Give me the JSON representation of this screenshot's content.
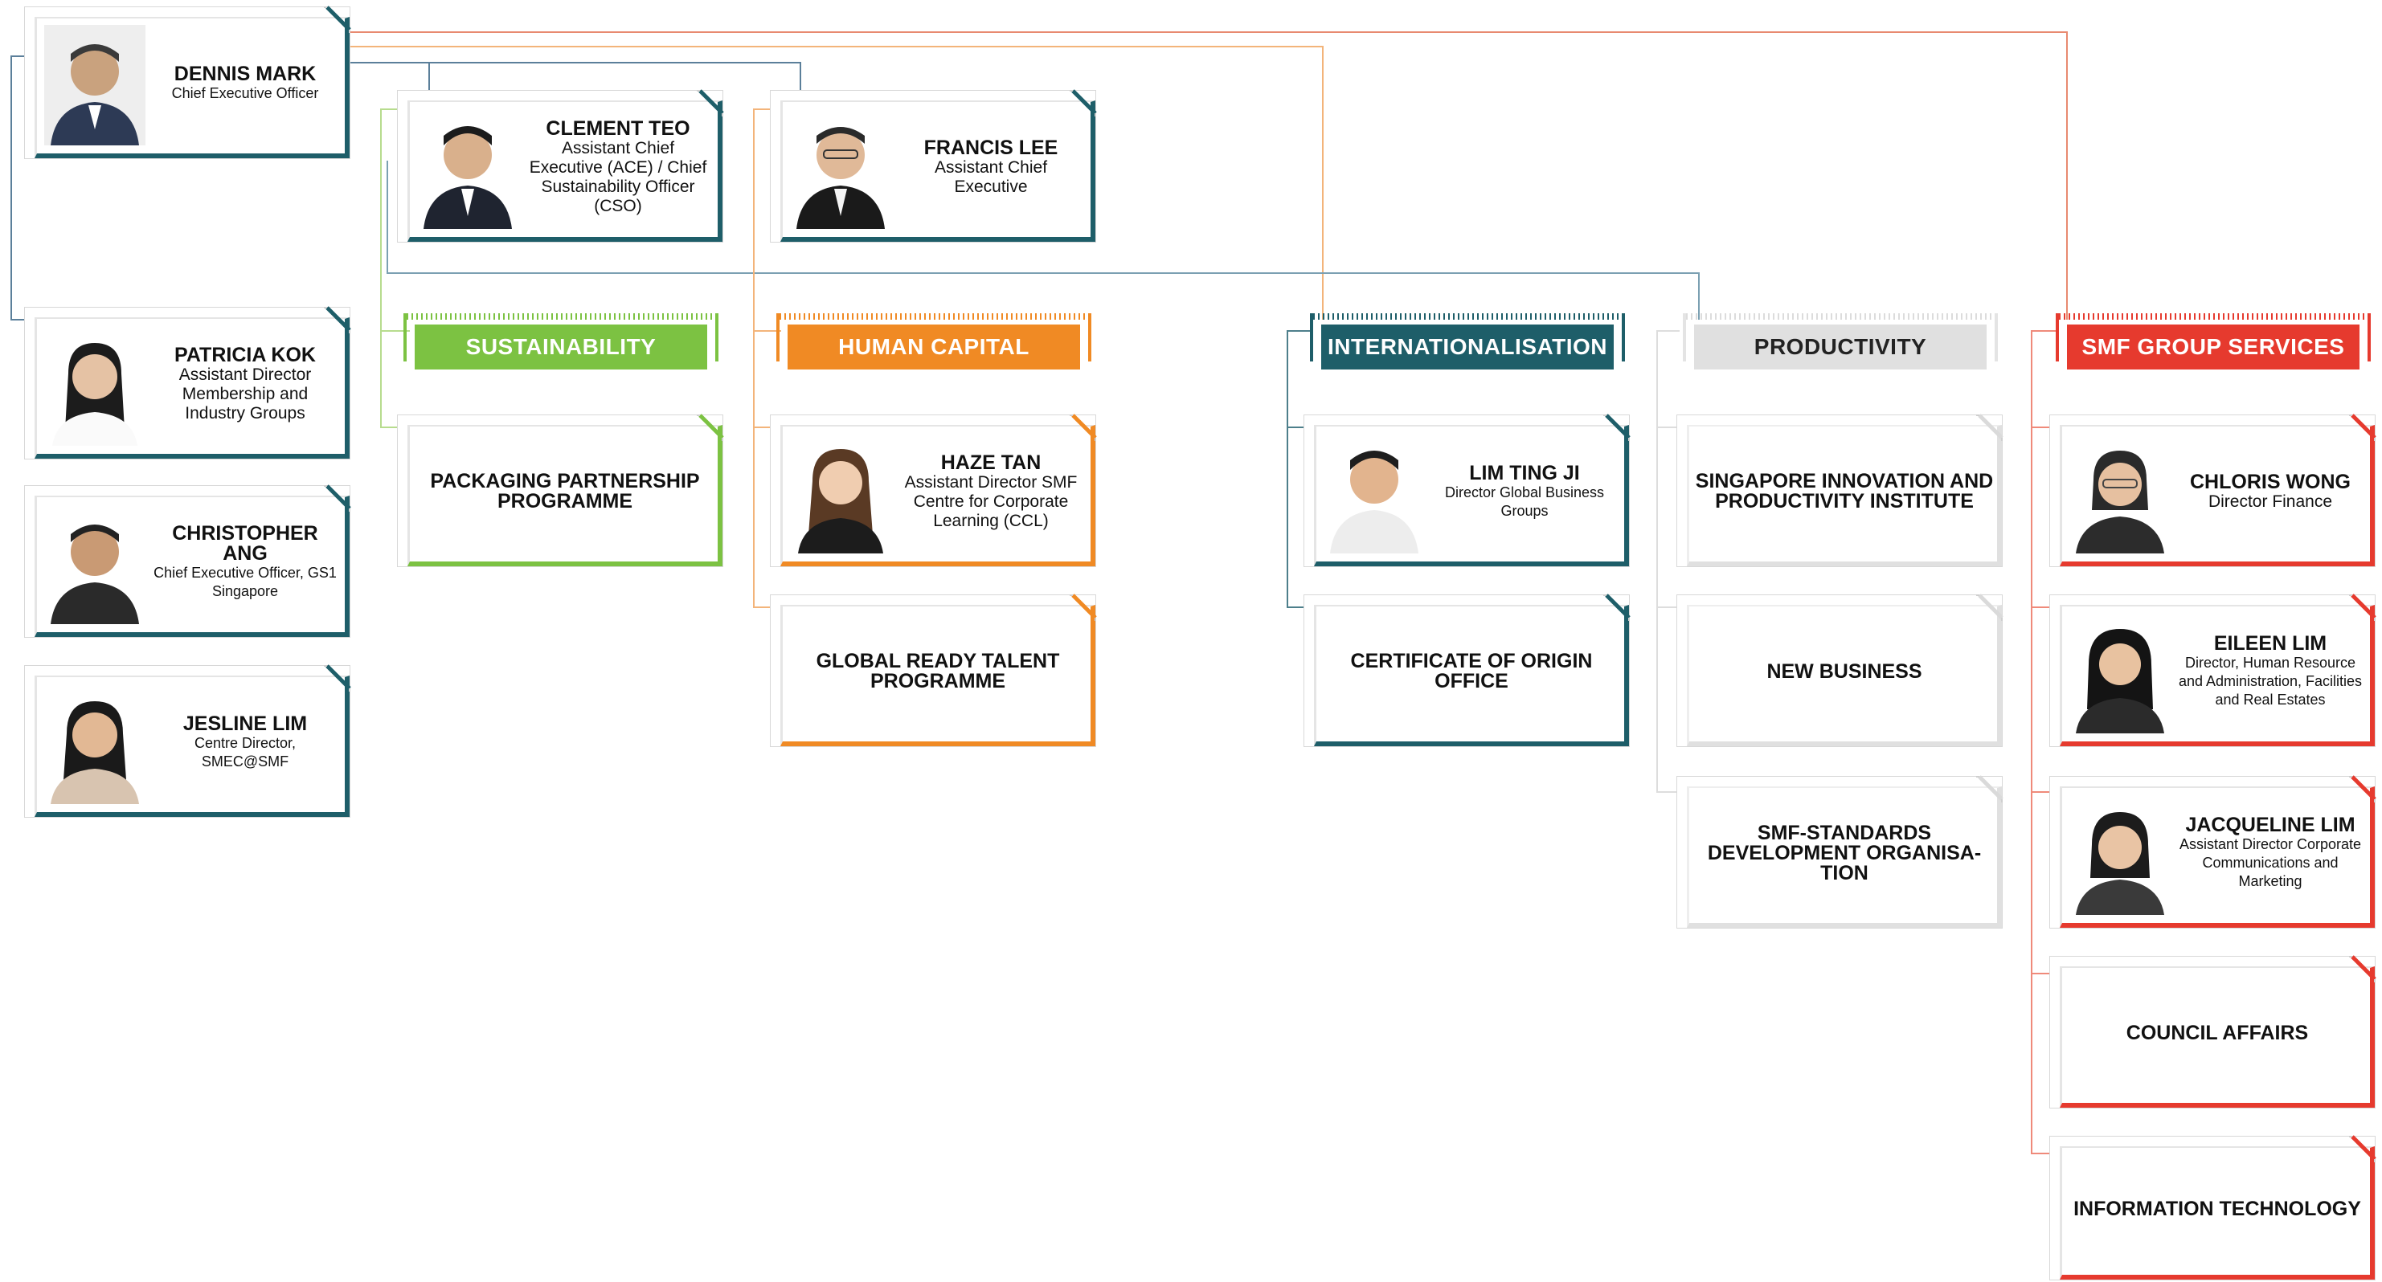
{
  "colors": {
    "teal": "#1e5e69",
    "green": "#7cc242",
    "orange": "#f08a24",
    "grey": "#e0e0e0",
    "red": "#e63a2e"
  },
  "leadership": {
    "ceo": {
      "name": "DENNIS MARK",
      "role": "Chief Executive Officer"
    },
    "ace": {
      "name": "CLEMENT TEO",
      "role": "Assistant Chief Executive (ACE) / Chief Sustainability Officer (CSO)"
    },
    "ace2": {
      "name": "FRANCIS LEE",
      "role": "Assistant Chief Executive"
    }
  },
  "left_column": [
    {
      "name": "PATRICIA KOK",
      "role": "Assistant Director Membership and Industry Groups"
    },
    {
      "name": "CHRISTOPHER ANG",
      "role": "Chief Executive Officer, GS1 Singapore"
    },
    {
      "name": "JESLINE LIM",
      "role": "Centre Director, SMEC@SMF"
    }
  ],
  "departments": {
    "sustainability": {
      "title": "SUSTAINABILITY",
      "units": [
        "PACKAGING PARTNERSHIP PROGRAMME"
      ]
    },
    "human_capital": {
      "title": "HUMAN CAPITAL",
      "person": {
        "name": "HAZE TAN",
        "role": "Assistant Director SMF Centre for Corporate Learning (CCL)"
      },
      "units": [
        "GLOBAL READY TALENT PROGRAMME"
      ]
    },
    "internationalisation": {
      "title": "INTERNATIONALISATION",
      "person": {
        "name": "LIM TING JI",
        "role": "Director Global Business Groups"
      },
      "units": [
        "CERTIFICATE OF ORIGIN OFFICE"
      ]
    },
    "productivity": {
      "title": "PRODUCTIVITY",
      "units": [
        "SINGAPORE INNOVATION AND PRODUCTIVITY INSTITUTE",
        "NEW BUSINESS",
        "SMF-STANDARDS DEVELOPMENT ORGANISA-TION"
      ]
    },
    "group_services": {
      "title": "SMF GROUP SERVICES",
      "people": [
        {
          "name": "CHLORIS WONG",
          "role": "Director Finance"
        },
        {
          "name": "EILEEN LIM",
          "role": "Director, Human Resource and Administration, Facilities and Real Estates"
        },
        {
          "name": "JACQUELINE LIM",
          "role": "Assistant Director Corporate Communications and Marketing"
        }
      ],
      "units": [
        "COUNCIL AFFAIRS",
        "INFORMATION TECHNOLOGY"
      ]
    }
  }
}
